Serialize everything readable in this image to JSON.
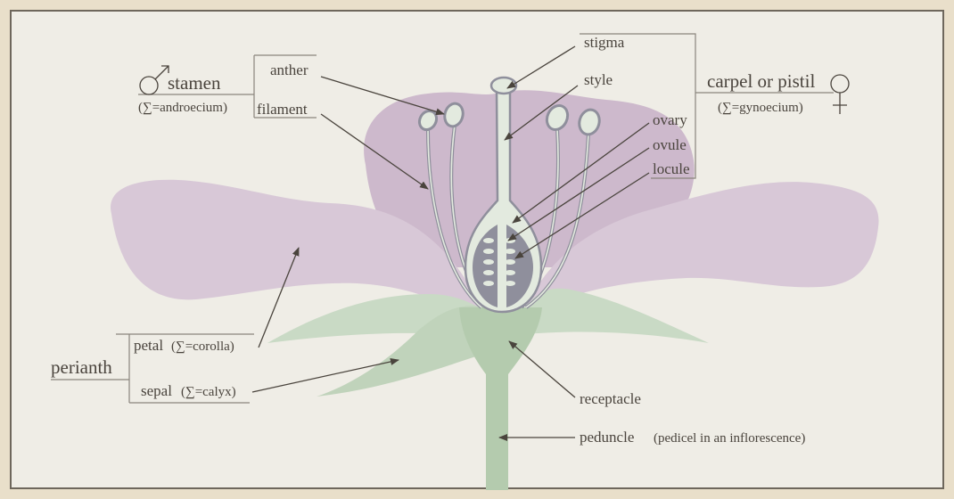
{
  "title": "Flower anatomy",
  "labels": {
    "stamen": "stamen",
    "androecium": "(∑=androecium)",
    "anther": "anther",
    "filament": "filament",
    "stigma": "stigma",
    "style": "style",
    "ovary": "ovary",
    "ovule": "ovule",
    "locule": "locule",
    "carpel": "carpel or pistil",
    "gynoecium": "(∑=gynoecium)",
    "perianth": "perianth",
    "petal": "petal",
    "corolla": "(∑=corolla)",
    "sepal": "sepal",
    "calyx": "(∑=calyx)",
    "receptacle": "receptacle",
    "peduncle": "peduncle",
    "peduncle_note": "(pedicel in an inflorescence)"
  },
  "colors": {
    "background": "#efede6",
    "frame": "#e9dfca",
    "petal": "#d8c8d7",
    "petal_back": "#cdb9cc",
    "sepal": "#c9dac5",
    "receptacle": "#b4cbae",
    "pistil": "#e3eadf",
    "ovary_dark": "#8f8f9c",
    "text": "#4a443d"
  }
}
